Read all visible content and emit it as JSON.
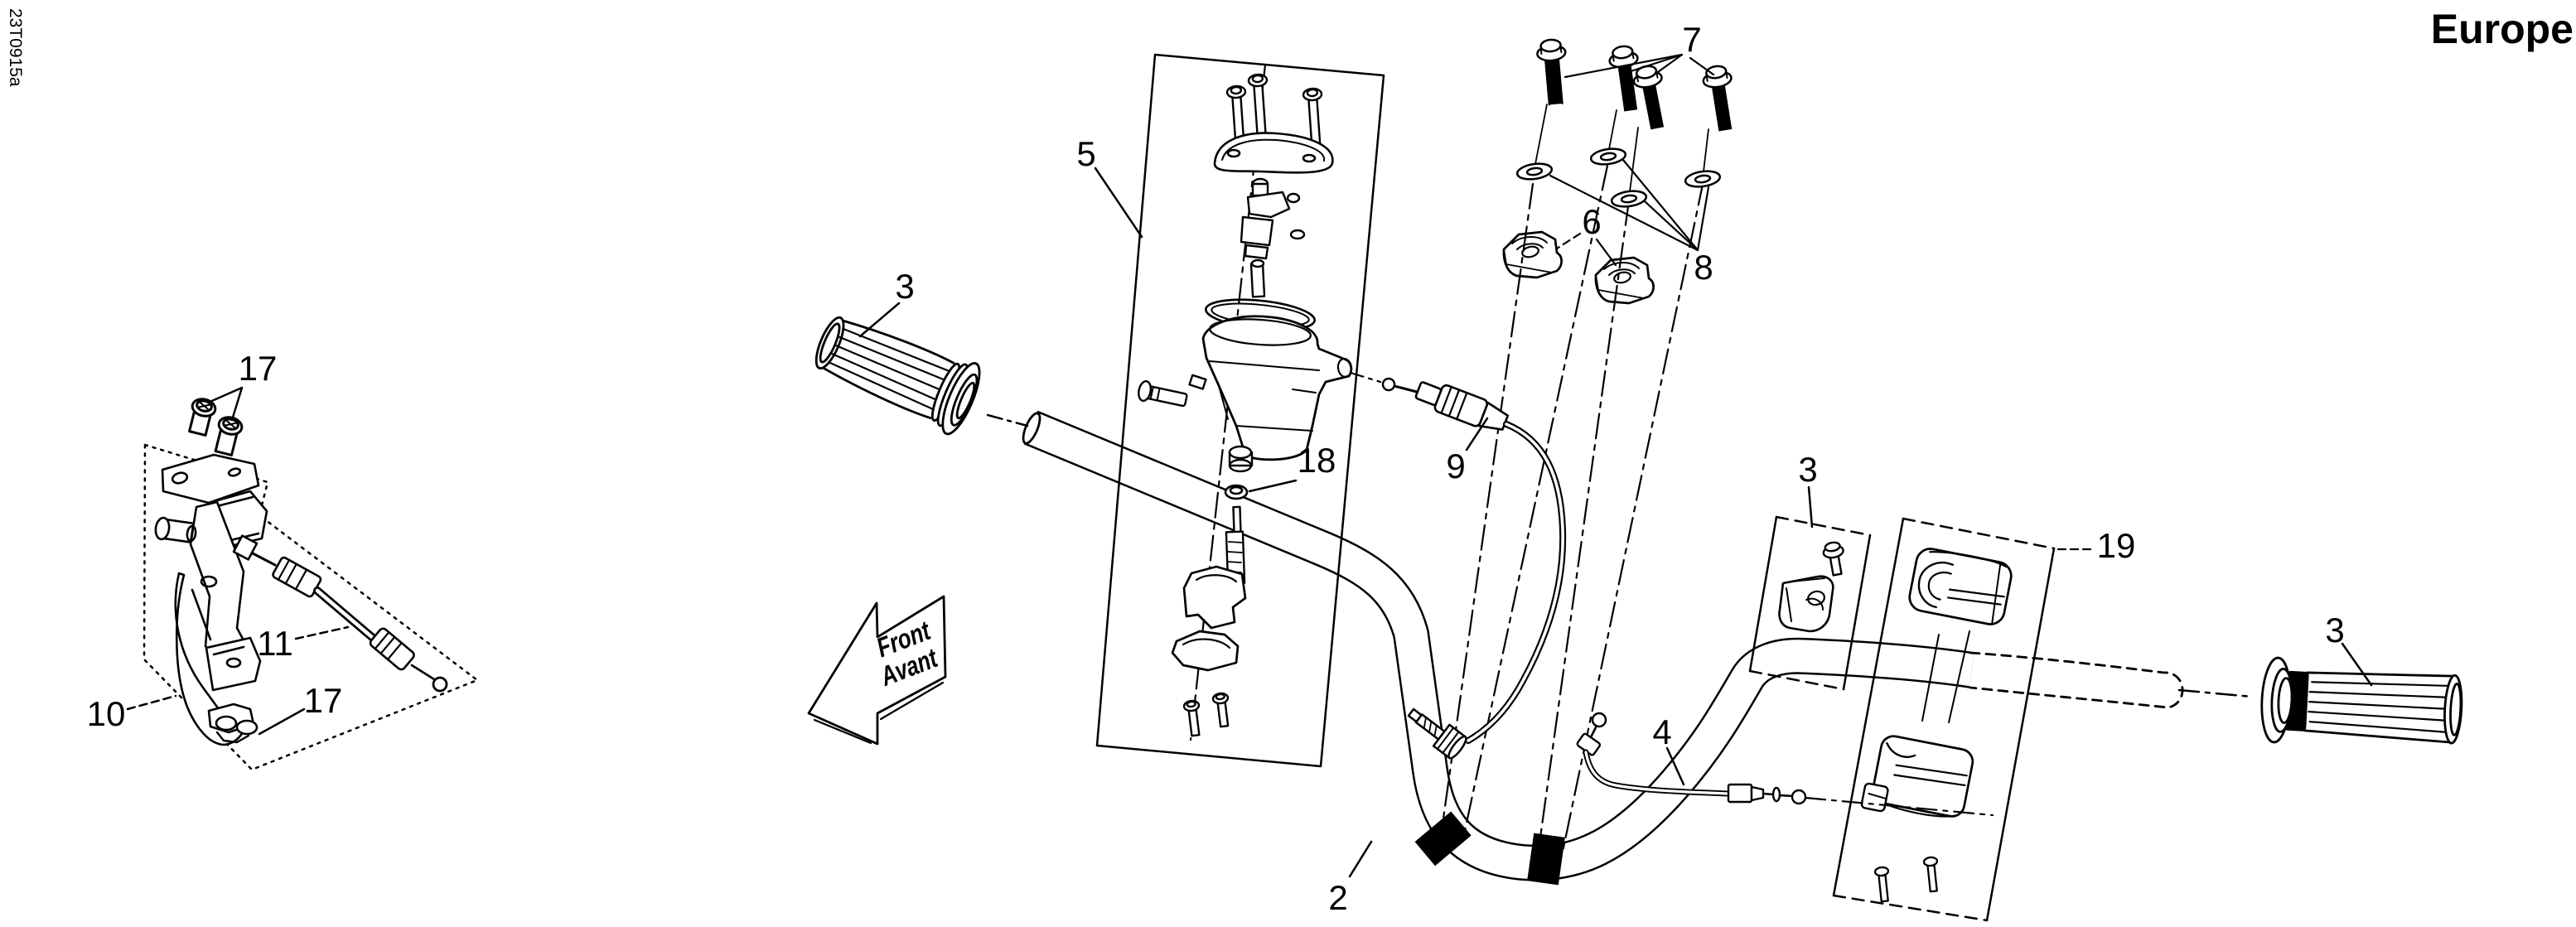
{
  "page": {
    "background": "#ffffff",
    "ink": "#000111"
  },
  "header": {
    "title": "Europe",
    "doc_code": "23T0915a"
  },
  "direction_arrow": {
    "line1": "Front",
    "line2": "Avant"
  },
  "callouts": {
    "seventeen_top": "17",
    "ten": "10",
    "eleven": "11",
    "seventeen_bottom": "17",
    "five": "5",
    "three_left_grip": "3",
    "eighteen": "18",
    "nine": "9",
    "seven": "7",
    "six": "6",
    "eight": "8",
    "three_clamp": "3",
    "nineteen": "19",
    "three_right_grip": "3",
    "four": "4",
    "two": "2"
  }
}
